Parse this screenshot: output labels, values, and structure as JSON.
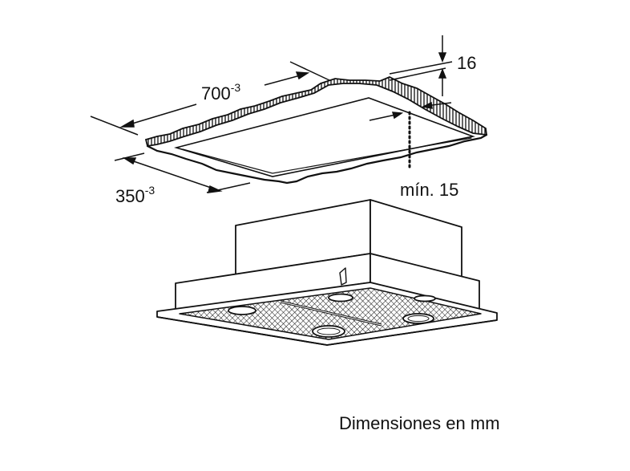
{
  "diagram": {
    "type": "installation-dimensions",
    "subject": "built-in cooker hood and ceiling/cabinet cutout",
    "labels": {
      "width": {
        "value": "700",
        "tolerance": "-3"
      },
      "depth": {
        "value": "350",
        "tolerance": "-3"
      },
      "thickness": {
        "value": "16"
      },
      "min_distance": {
        "value": "mín. 15"
      }
    },
    "caption": "Dimensiones en mm"
  }
}
